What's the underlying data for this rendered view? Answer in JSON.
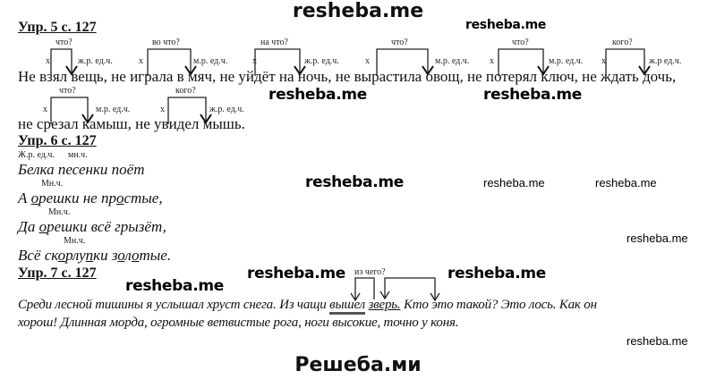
{
  "site_title": "resheba.me",
  "footer_title": "Решеба.ми",
  "watermark": "resheba.me",
  "ex5": {
    "heading": "Упр. 5 с. 127",
    "line1": "Не взял вещь, не играла в мяч, не уйдёт на ночь, не вырастила овощ, не потерял ключ, не ждать дочь,",
    "line2": "не срезал камыш, не увидел мышь.",
    "annotations": [
      {
        "question": "что?",
        "x_mark": "х",
        "form": "ж.р. ед.ч."
      },
      {
        "question": "во что?",
        "x_mark": "х",
        "form": "м.р. ед.ч."
      },
      {
        "question": "на что?",
        "x_mark": "х",
        "form": "ж.р. ед.ч."
      },
      {
        "question": "что?",
        "x_mark": "х",
        "form": "м.р. ед.ч."
      },
      {
        "question": "что?",
        "x_mark": "х",
        "form": "м.р. ед.ч."
      },
      {
        "question": "кого?",
        "x_mark": "х",
        "form": "ж.р ед.ч."
      },
      {
        "question": "что?",
        "x_mark": "х",
        "form": "м.р. ед.ч."
      },
      {
        "question": "кого?",
        "x_mark": "х",
        "form": "ж.р. ед.ч."
      }
    ]
  },
  "ex6": {
    "heading": "Упр. 6 с. 127",
    "top_note_1": "Ж.р. ед.ч.",
    "top_note_2": "мн.ч.",
    "notes": [
      "Мн.ч.",
      "Мн.ч.",
      "Мн.ч."
    ],
    "lines": [
      [
        {
          "t": "Белка песенки поёт"
        }
      ],
      [
        {
          "t": "А "
        },
        {
          "t": "о",
          "u": true
        },
        {
          "t": "решки не пр"
        },
        {
          "t": "о",
          "u": true
        },
        {
          "t": "стые,"
        }
      ],
      [
        {
          "t": "Да "
        },
        {
          "t": "о",
          "u": true
        },
        {
          "t": "решки всё грызёт,"
        }
      ],
      [
        {
          "t": "Всё ск"
        },
        {
          "t": "о",
          "u": true
        },
        {
          "t": "рлу"
        },
        {
          "t": "п",
          "u": true
        },
        {
          "t": "ки з"
        },
        {
          "t": "о",
          "u": true
        },
        {
          "t": "л"
        },
        {
          "t": "о",
          "u": true
        },
        {
          "t": "тые."
        }
      ]
    ]
  },
  "ex7": {
    "heading": "Упр. 7 с. 127",
    "question": "из чего?",
    "line1_a": "Среди лесной тишины я услышал хруст снега. Из чащи ",
    "predicate": "вышел",
    "line1_b": " ",
    "subject": "зверь.",
    "line1_c": " Кто это такой? Это лось. Как он",
    "line2": "хорош! Длинная морда, огромные ветвистые рога, ноги высокие, точно у коня."
  }
}
